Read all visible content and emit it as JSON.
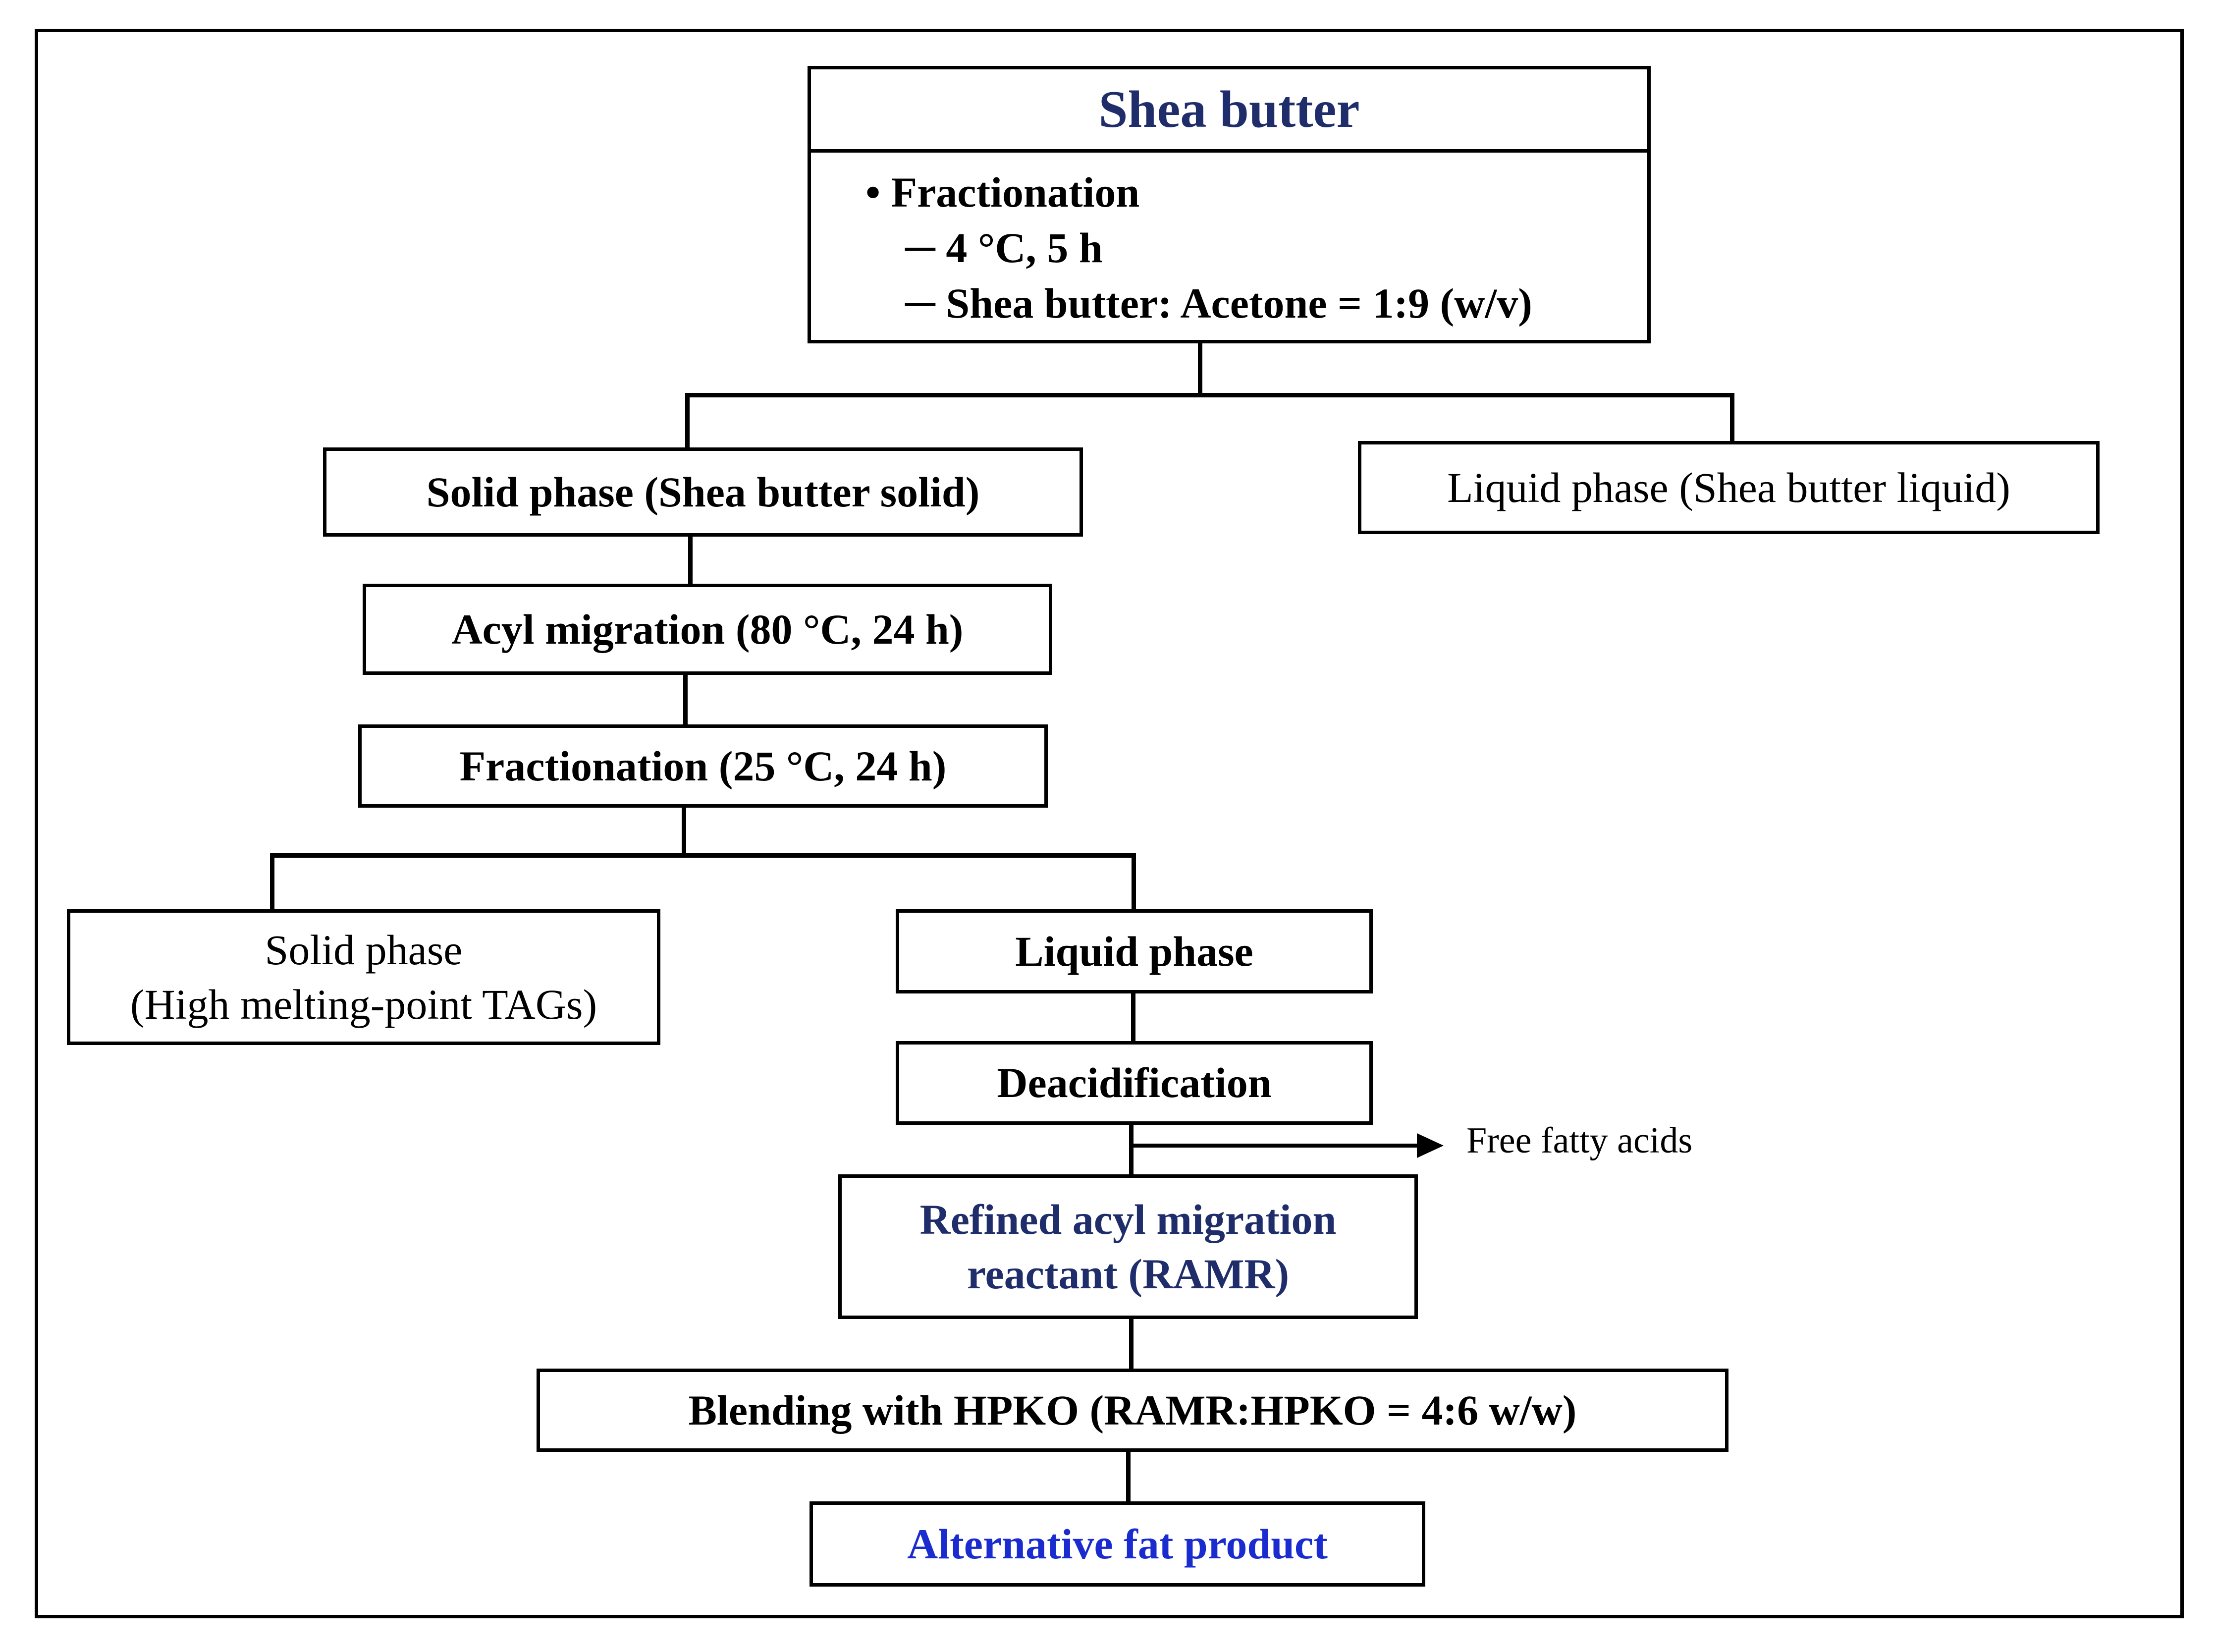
{
  "shea": {
    "title": "Shea butter",
    "bullet": "• Fractionation",
    "cond1": "─ 4 °C, 5 h",
    "cond2": "─ Shea butter: Acetone = 1:9 (w/v)"
  },
  "solid_phase_1": "Solid phase (Shea butter solid)",
  "liquid_phase_1": "Liquid phase (Shea butter liquid)",
  "acyl_migration": "Acyl migration (80 °C, 24 h)",
  "fractionation_2": "Fractionation (25 °C, 24 h)",
  "solid_phase_2": {
    "line1": "Solid phase",
    "line2": "(High melting-point TAGs)"
  },
  "liquid_phase_2": "Liquid phase",
  "deacidification": "Deacidification",
  "free_fatty_acids": "Free fatty acids",
  "ramr": {
    "line1": "Refined acyl migration",
    "line2": "reactant (RAMR)"
  },
  "blending": "Blending with HPKO (RAMR:HPKO = 4:6 w/w)",
  "product": "Alternative fat product",
  "colors": {
    "title_navy": "#1f2d6b",
    "product_blue": "#1a2ccf",
    "line": "#000000"
  }
}
